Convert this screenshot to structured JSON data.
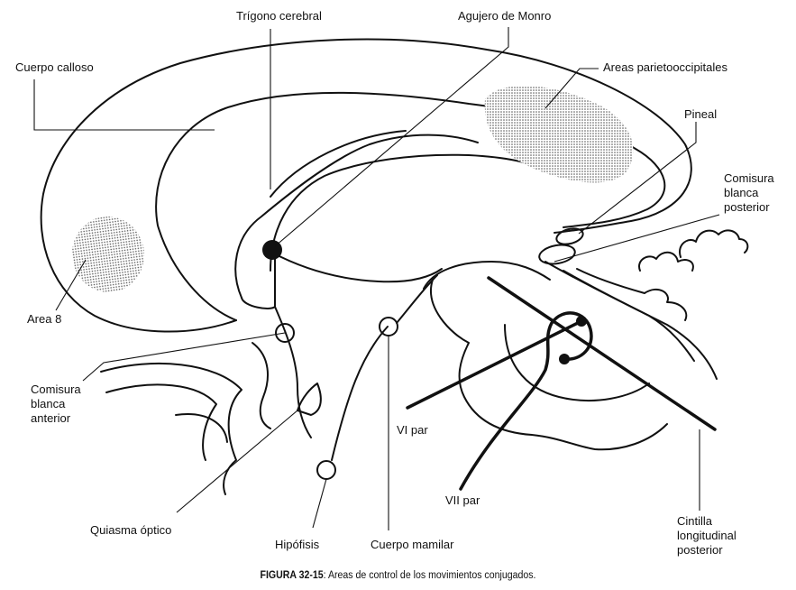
{
  "labels": {
    "trigono": "Trígono cerebral",
    "monro": "Agujero de Monro",
    "calloso": "Cuerpo calloso",
    "parieto": "Areas parietooccipitales",
    "pineal": "Pineal",
    "comisura_post": "Comisura blanca posterior",
    "area8": "Area 8",
    "comisura_ant": "Comisura blanca anterior",
    "vi_par": "VI par",
    "vii_par": "VII par",
    "quiasma": "Quiasma óptico",
    "hipofisis": "Hipófisis",
    "mamilar": "Cuerpo mamilar",
    "cintilla": "Cintilla longitudinal posterior"
  },
  "caption": {
    "figure": "FIGURA 32-15",
    "text": ": Areas de control de los movimientos conjugados."
  },
  "colors": {
    "ink": "#111111",
    "stipple": "#555555",
    "background": "#ffffff"
  }
}
